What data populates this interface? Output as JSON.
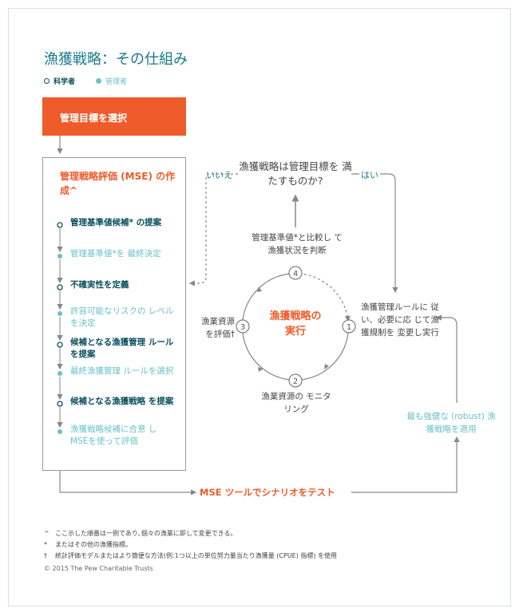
{
  "title": "漁獲戦略：その仕組み",
  "legend": {
    "scientist": "科学者",
    "manager": "管理者"
  },
  "colors": {
    "orange": "#ef5b2a",
    "dark_teal": "#0b4f5c",
    "light_teal": "#6cc0c7"
  },
  "header": "管理目標を選択",
  "mse": {
    "title": "管理戦略評価 (MSE) の作成^",
    "steps": [
      {
        "text": "管理基準値候補* の提案",
        "role": "scientist"
      },
      {
        "text": "管理基準値*を 最終決定",
        "role": "manager"
      },
      {
        "text": "不確実性を定義",
        "role": "scientist"
      },
      {
        "text": "許容可能なリスクの レベルを決定",
        "role": "manager"
      },
      {
        "text": "候補となる漁獲管理 ルールを提案",
        "role": "scientist"
      },
      {
        "text": "最終漁獲管理 ルールを選択",
        "role": "manager"
      },
      {
        "text": "候補となる漁獲戦略 を提案",
        "role": "scientist"
      },
      {
        "text": "漁獲戦略候補に合意 しMSEを使って評価",
        "role": "manager"
      }
    ]
  },
  "question": "漁獲戦略は管理目標を 満たすものか?",
  "no": "いいえ",
  "yes": "はい",
  "cycle": {
    "center": "漁獲戦略の 実行",
    "step1": "漁獲管理ルールに 従い、必要に応 じて漁獲規制を 変更し実行",
    "step2": "漁業資源の モニタリング",
    "step3": "漁業資源 を評価†",
    "step4": "管理基準値*と比較し て漁獲状況を判断",
    "numbers": [
      "1",
      "2",
      "3",
      "4"
    ]
  },
  "robust": "最も強健な (robust) 漁獲戦略を適用",
  "test": "MSE ツールでシナリオをテスト",
  "footnotes": [
    {
      "mark": "^",
      "text": "ここ示した順番は一例であり､個々の漁業に即して変更できる。"
    },
    {
      "mark": "*",
      "text": "またはその他の漁獲指標。"
    },
    {
      "mark": "†",
      "text": "統計評価モデルまたはより簡便な方法(例:1つ以上の単位努力量当たり漁獲量 (CPUE) 指標) を使用"
    }
  ],
  "copyright": "© 2015 The Pew Charitable Trusts"
}
